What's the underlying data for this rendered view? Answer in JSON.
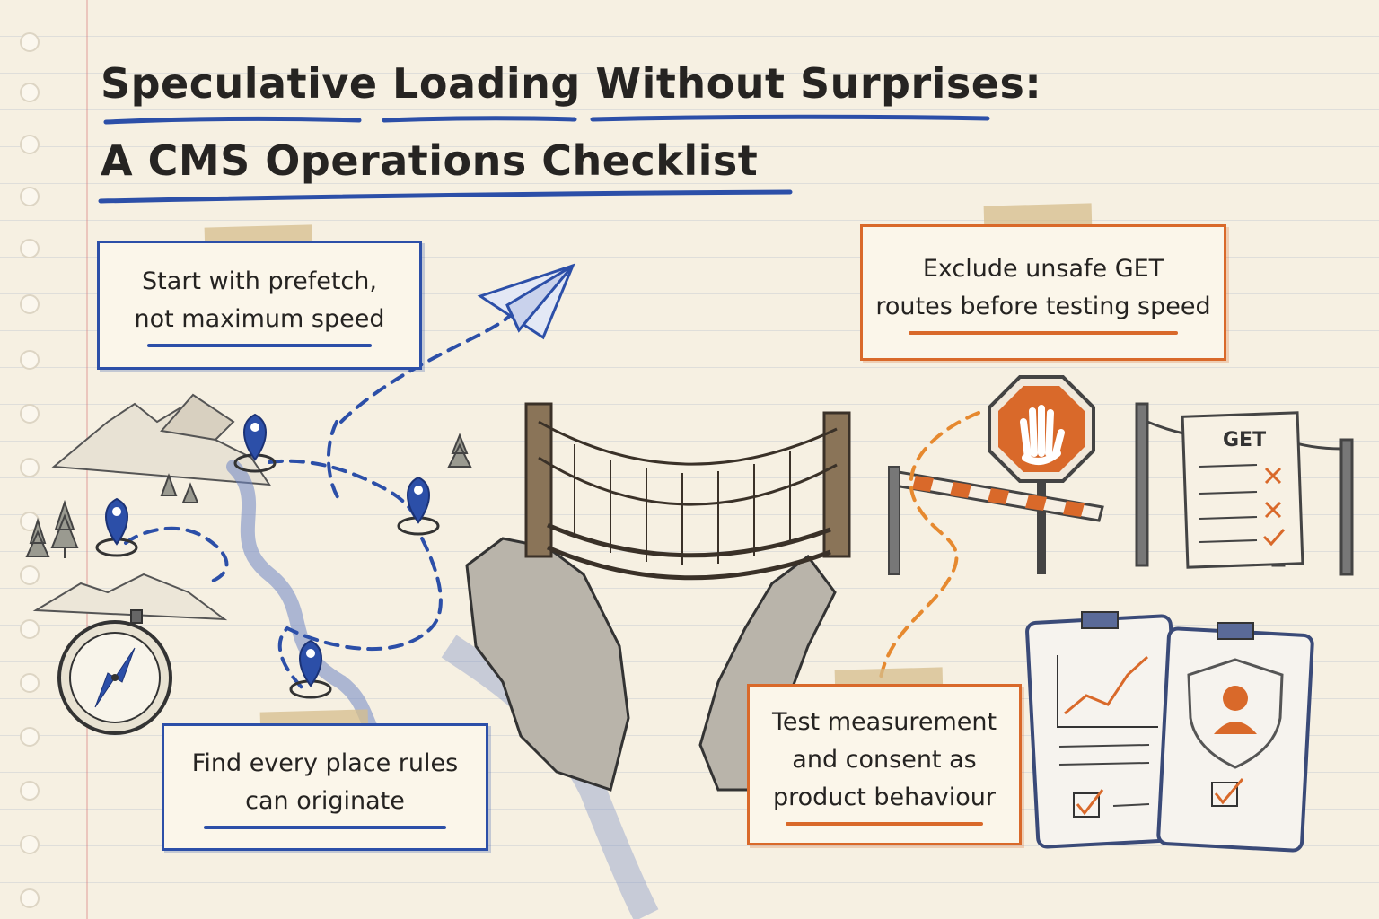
{
  "title": {
    "line1": "Speculative Loading Without Surprises:",
    "line2": "A CMS Operations Checklist"
  },
  "notes": {
    "prefetch": {
      "line1": "Start with prefetch,",
      "line2": "not maximum speed"
    },
    "exclude": {
      "line1": "Exclude unsafe GET",
      "line2": "routes before testing speed"
    },
    "find": {
      "line1": "Find every place rules",
      "line2": "can originate"
    },
    "test": {
      "line1": "Test measurement",
      "line2": "and consent as",
      "line3": "product behaviour"
    }
  },
  "sign": {
    "label": "GET"
  },
  "colors": {
    "blue": "#2c4fa8",
    "orange": "#d9692a",
    "ink": "#252321",
    "paper": "#f6f0e2"
  }
}
